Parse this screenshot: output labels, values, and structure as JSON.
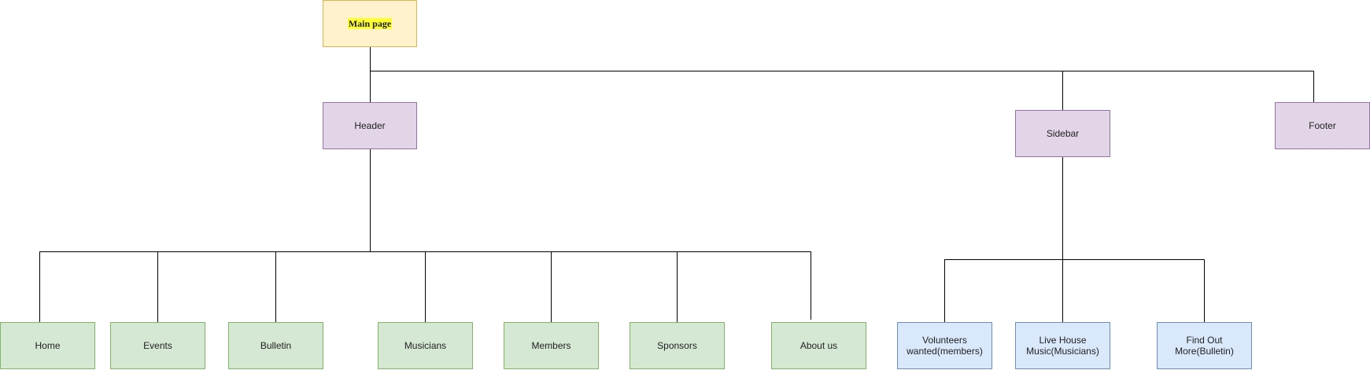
{
  "nodes": {
    "main": "Main page",
    "header": "Header",
    "sidebar": "Sidebar",
    "footer": "Footer",
    "home": "Home",
    "events": "Events",
    "bulletin": "Bulletin",
    "musicians": "Musicians",
    "members": "Members",
    "sponsors": "Sponsors",
    "about": "About us",
    "volunteers_line1": "Volunteers",
    "volunteers_line2": "wanted(members)",
    "livehouse_line1": "Live House",
    "livehouse_line2": "Music(Musicians)",
    "findout_line1": "Find Out",
    "findout_line2": "More(Bulletin)"
  },
  "colors": {
    "main_fill": "#fff2cc",
    "main_highlight": "#ffff33",
    "section_fill": "#e1d5e7",
    "header_child_fill": "#d5e8d4",
    "sidebar_child_fill": "#dae8fc",
    "connector": "#000000"
  }
}
